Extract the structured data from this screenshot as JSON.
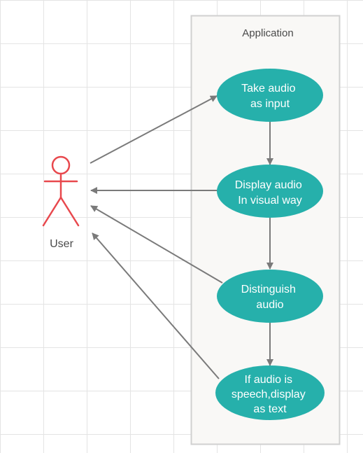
{
  "system": {
    "title": "Application"
  },
  "actor": {
    "label": "User"
  },
  "use_cases": [
    {
      "id": "take-audio",
      "lines": [
        "Take audio",
        "as input"
      ]
    },
    {
      "id": "display-audio",
      "lines": [
        "Display audio",
        "In visual way"
      ]
    },
    {
      "id": "distinguish-audio",
      "lines": [
        "Distinguish",
        "audio"
      ]
    },
    {
      "id": "speech-as-text",
      "lines": [
        "If audio is",
        "speech,display",
        "as text"
      ]
    }
  ],
  "colors": {
    "use_case_fill": "#26b0ab",
    "actor_stroke": "#e8484d",
    "arrow": "#7a7a7a",
    "system_border": "#d0d0d0",
    "system_fill": "#f9f8f6"
  }
}
